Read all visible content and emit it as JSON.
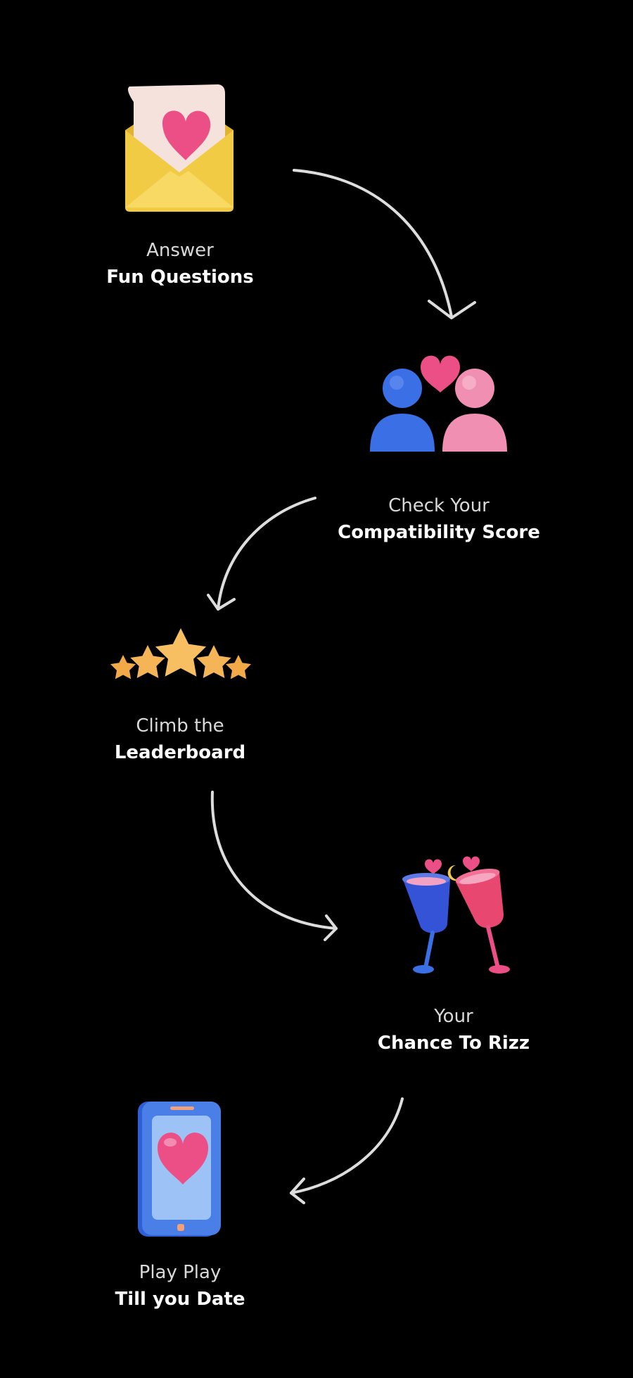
{
  "steps": [
    {
      "line1": "Answer",
      "line2": "Fun Questions",
      "icon": "love-letter-icon"
    },
    {
      "line1": "Check Your",
      "line2": "Compatibility Score",
      "icon": "couple-heart-icon"
    },
    {
      "line1": "Climb the",
      "line2": "Leaderboard",
      "icon": "five-stars-icon"
    },
    {
      "line1": "Your",
      "line2": "Chance To Rizz",
      "icon": "toasting-glasses-icon"
    },
    {
      "line1": "Play Play",
      "line2": "Till you Date",
      "icon": "phone-heart-icon"
    }
  ],
  "colors": {
    "background": "#000000",
    "label_regular": "#d9d9d9",
    "label_bold": "#ffffff",
    "arrow": "#dddddd",
    "heart_pink": "#ec4f86",
    "envelope_yellow": "#f2cb45",
    "person_blue": "#3b6fe6",
    "person_pink": "#f08fb1",
    "star_orange": "#f5b557",
    "phone_blue": "#4a7fe8"
  }
}
